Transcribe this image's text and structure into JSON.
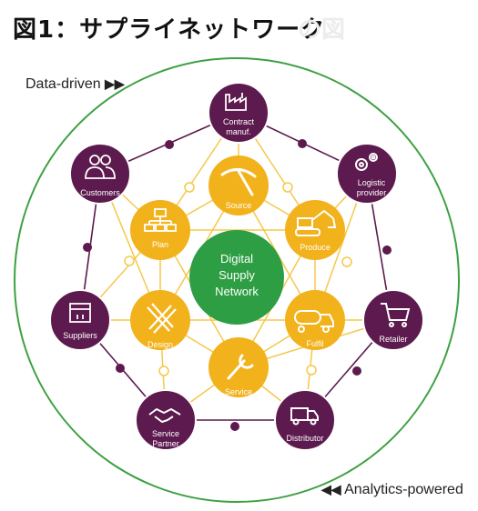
{
  "title": "図1：サプライネットワーク",
  "title_ghost": "の図",
  "label_top": "Data-driven",
  "label_bottom": "Analytics-powered",
  "center": {
    "lines": [
      "Digital",
      "Supply",
      "Network"
    ]
  },
  "colors": {
    "purple": "#5c1a4e",
    "gold": "#f2b21c",
    "green": "#2e9e44",
    "line_gold": "#f5c84a",
    "ring": "#3da043"
  },
  "inner_nodes": [
    {
      "id": "source",
      "label": "Source",
      "icon": "pickaxe-icon"
    },
    {
      "id": "produce",
      "label": "Produce",
      "icon": "excavator-icon"
    },
    {
      "id": "fulfil",
      "label": "Fulfil",
      "icon": "tanker-truck-icon"
    },
    {
      "id": "service",
      "label": "Service",
      "icon": "wrench-icon"
    },
    {
      "id": "design",
      "label": "Design",
      "icon": "pencil-ruler-icon"
    },
    {
      "id": "plan",
      "label": "Plan",
      "icon": "org-chart-icon"
    }
  ],
  "outer_nodes": [
    {
      "id": "contract",
      "label": [
        "Contract",
        "manuf."
      ],
      "icon": "factory-icon"
    },
    {
      "id": "logistic",
      "label": [
        "Logistic",
        "provider"
      ],
      "icon": "gears-icon"
    },
    {
      "id": "retailer",
      "label": [
        "Retailer"
      ],
      "icon": "shopping-cart-icon"
    },
    {
      "id": "distributor",
      "label": [
        "Distributor"
      ],
      "icon": "delivery-truck-icon"
    },
    {
      "id": "partner",
      "label": [
        "Service",
        "Partner"
      ],
      "icon": "handshake-icon"
    },
    {
      "id": "suppliers",
      "label": [
        "Suppliers"
      ],
      "icon": "package-icon"
    },
    {
      "id": "customers",
      "label": [
        "Customers"
      ],
      "icon": "people-icon"
    }
  ]
}
